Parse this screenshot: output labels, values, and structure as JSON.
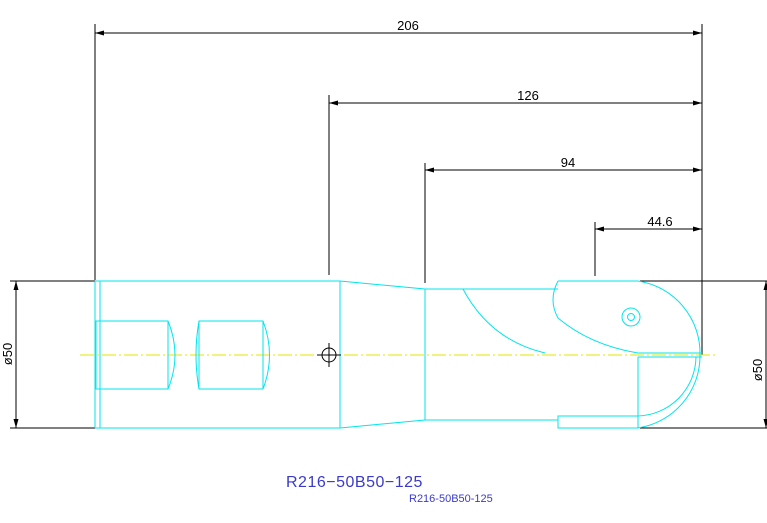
{
  "drawing": {
    "dimensions": {
      "overall_length": "206",
      "length_126": "126",
      "length_94": "94",
      "length_44_6": "44.6",
      "diameter_left": "ø50",
      "diameter_right": "ø50"
    },
    "part_number": "R216−50B50−125",
    "part_number_small": "R216-50B50-125"
  },
  "colors": {
    "outline": "#00e5ee",
    "centerline": "#e6e600",
    "dimension": "#000000",
    "label": "#3a3acc"
  }
}
